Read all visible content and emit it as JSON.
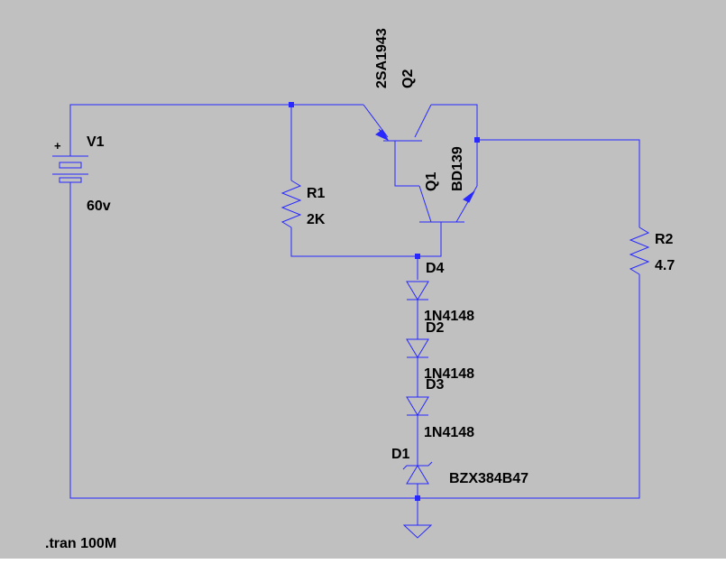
{
  "components": {
    "v1": {
      "ref": "V1",
      "value": "60v"
    },
    "r1": {
      "ref": "R1",
      "value": "2K"
    },
    "r2": {
      "ref": "R2",
      "value": "4.7"
    },
    "q1": {
      "ref": "Q1",
      "part": "BD139"
    },
    "q2": {
      "ref": "Q2",
      "part": "2SA1943"
    },
    "d4": {
      "ref": "D4",
      "part": "1N4148"
    },
    "d2": {
      "ref": "D2",
      "part": "1N4148"
    },
    "d3": {
      "ref": "D3",
      "part": "1N4148"
    },
    "d1": {
      "ref": "D1",
      "part": "BZX384B47"
    }
  },
  "directive": ".tran 100M",
  "colors": {
    "background": "#c0c0c0",
    "wire": "#2828ff",
    "text": "#000000"
  }
}
